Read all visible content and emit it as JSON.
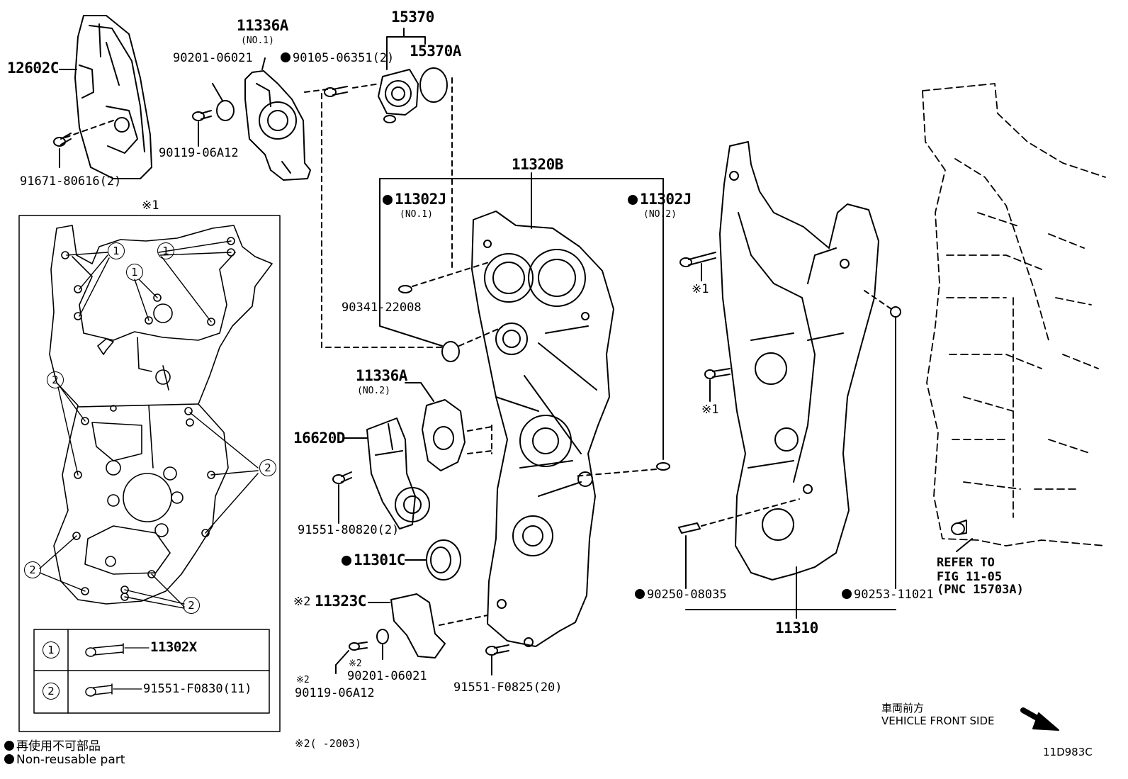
{
  "parts": {
    "p12602C": "12602C",
    "p11336A_1": "11336A",
    "p11336A_1_sub": "(NO.1)",
    "p90201_top": "90201-06021",
    "p90105": "90105-06351(2)",
    "p15370": "15370",
    "p15370A": "15370A",
    "p90119_top": "90119-06A12",
    "p91671": "91671-80616(2)",
    "p11320B": "11320B",
    "p11302J_1": "11302J",
    "p11302J_1_sub": "(NO.1)",
    "p11302J_2": "11302J",
    "p11302J_2_sub": "(NO.2)",
    "p90341": "90341-22008",
    "p11336A_2": "11336A",
    "p11336A_2_sub": "(NO.2)",
    "p16620D": "16620D",
    "p91551_808": "91551-80820(2)",
    "p11301C": "11301C",
    "p11323C": "11323C",
    "p90201_bot": "90201-06021",
    "p90119_bot": "90119-06A12",
    "p91551_F0825": "91551-F0825(20)",
    "p90250": "90250-08035",
    "p90253": "90253-11021",
    "p11310": "11310",
    "refer_1": "REFER TO",
    "refer_2": "FIG 11-05",
    "refer_3": "(PNC 15703A)"
  },
  "marks": {
    "note1": "※1",
    "note2": "※2",
    "n1": "1",
    "n2": "2"
  },
  "legend_table": {
    "row1_num": "1",
    "row1_part": "11302X",
    "row2_num": "2",
    "row2_part": "91551-F0830(11)"
  },
  "footer": {
    "nonreusable_jp": "再使用不可部品",
    "nonreusable_en": "Non-reusable part",
    "note2_range": "※2(    -2003)",
    "front_jp": "車両前方",
    "front_en": "VEHICLE FRONT SIDE",
    "fig_id": "11D983C"
  }
}
